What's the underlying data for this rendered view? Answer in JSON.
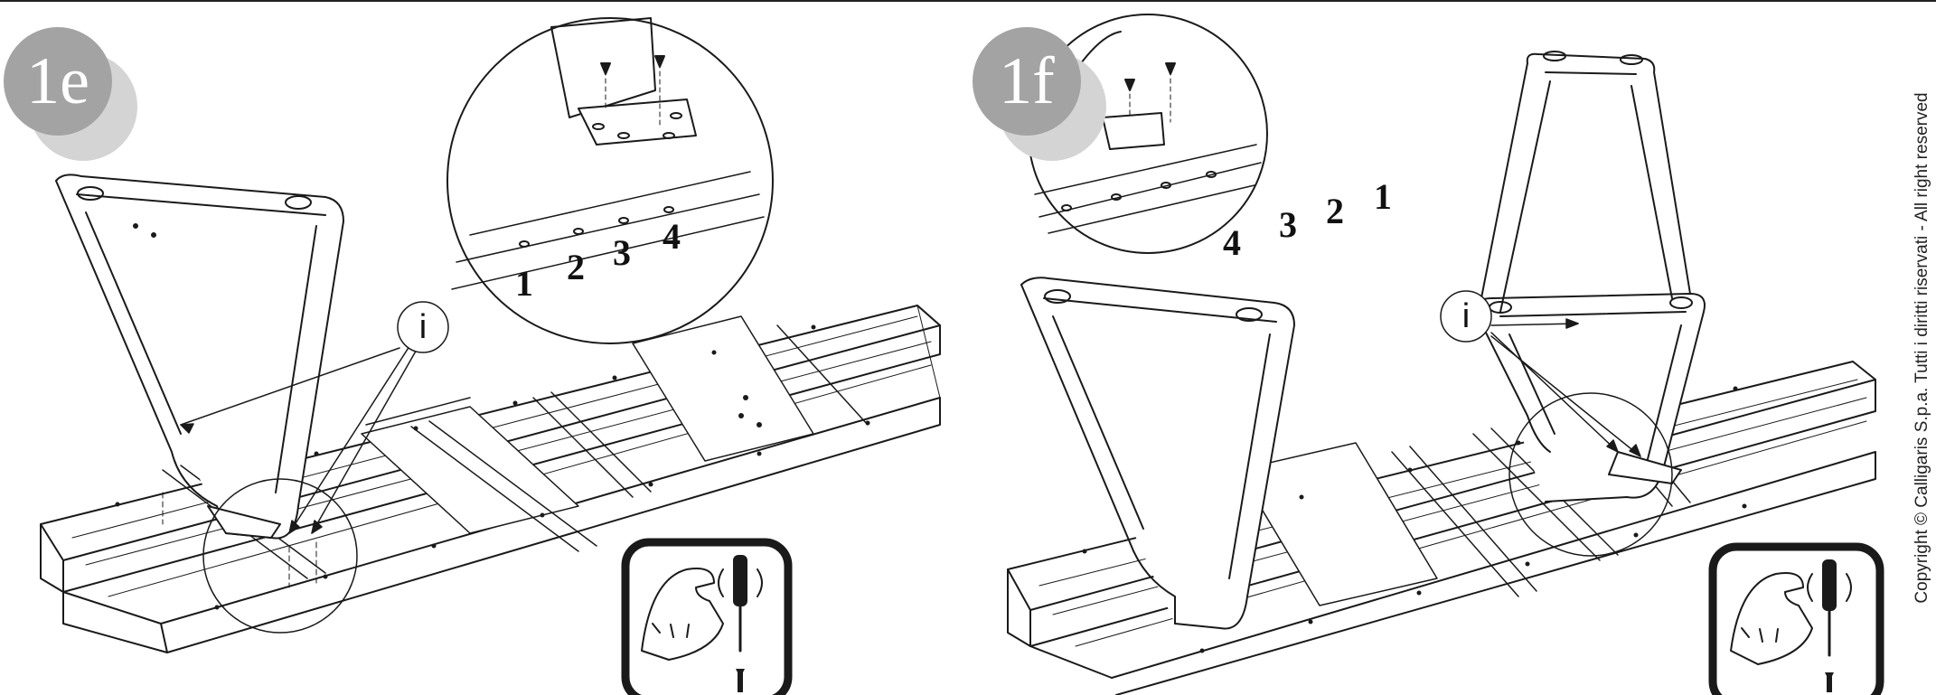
{
  "steps": {
    "left": {
      "label": "1e",
      "callout": "i",
      "hole_numbers": [
        "1",
        "2",
        "3",
        "4"
      ]
    },
    "right": {
      "label": "1f",
      "callout": "i",
      "hole_numbers": [
        "4",
        "3",
        "2",
        "1"
      ]
    }
  },
  "icons": [
    "strength-arm-icon",
    "screwdriver-icon",
    "screw-icon"
  ],
  "copyright": "Copyright © Calligaris S.p.a.  Tutti i diritti riservati - All right reserved"
}
